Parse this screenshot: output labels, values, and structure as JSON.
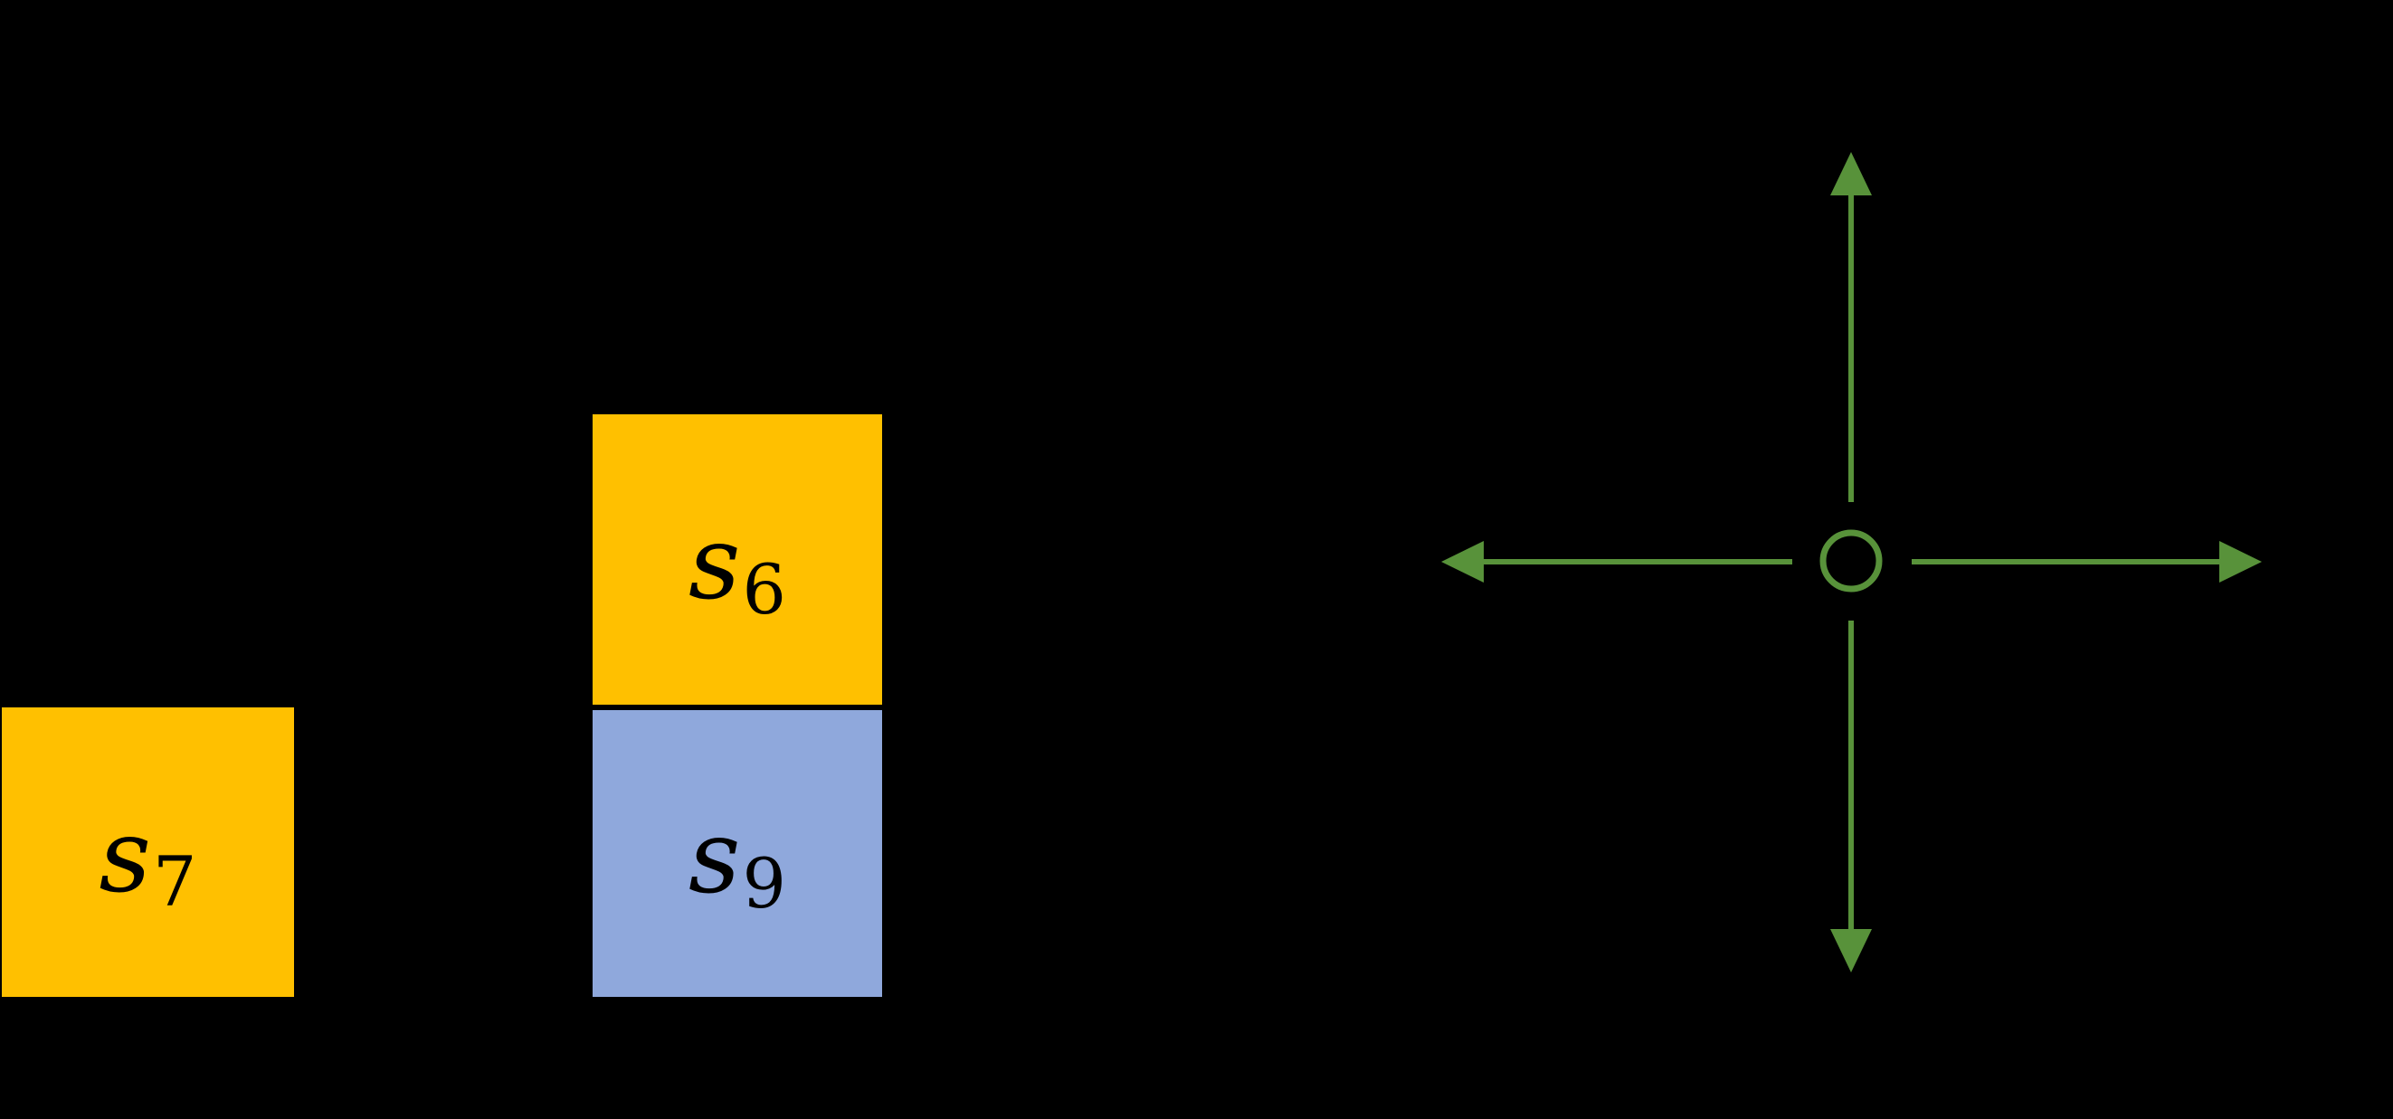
{
  "figure": {
    "background_color": "#000000",
    "blocks": [
      {
        "id": "s7",
        "base": "s",
        "sub": "7",
        "fill": "#FFC000",
        "text_color": "#000000"
      },
      {
        "id": "s6",
        "base": "s",
        "sub": "6",
        "fill": "#FFC000",
        "text_color": "#000000"
      },
      {
        "id": "s9",
        "base": "s",
        "sub": "9",
        "fill": "#8FA8DC",
        "text_color": "#000000"
      }
    ],
    "joint": {
      "color": "#58923A",
      "shape": "circle-with-four-arrows",
      "directions": [
        "up",
        "down",
        "left",
        "right"
      ]
    }
  }
}
